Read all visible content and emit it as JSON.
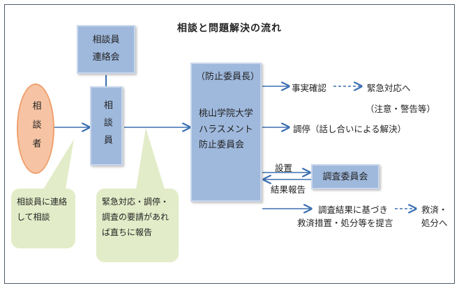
{
  "title": "相談と問題解決の流れ",
  "nodes": {
    "requester": "相談者",
    "liaison_line1": "相談員",
    "liaison_line2": "連絡会",
    "counselor": "相談員",
    "committee_chair": "（防止委員長）",
    "committee_line1": "桃山学院大学",
    "committee_line2": "ハラスメント",
    "committee_line3": "防止委員会",
    "investigation": "調査委員会"
  },
  "bubbles": {
    "left_line1": "相談員に連絡",
    "left_line2": "して相談",
    "mid_line1": "緊急対応・調停・",
    "mid_line2": "調査の要請があれ",
    "mid_line3": "ば直ちに報告"
  },
  "outcomes": {
    "fact_check": "事実確認",
    "emergency": "緊急対応へ",
    "emergency_note": "（注意・警告等）",
    "mediation": "調停（話し合いによる解決）",
    "setup": "設置",
    "report": "結果報告",
    "proposal_line1": "調査結果に基づき",
    "proposal_line2": "救済措置・処分等を提言",
    "relief_line1": "救済・",
    "relief_line2": "処分へ"
  },
  "colors": {
    "box_fill": "#9fb9dd",
    "oval_fill": "#f6c4a4",
    "oval_border": "#f0a06e",
    "bubble_fill": "#e3ecc8",
    "arrow": "#3b6fb0"
  }
}
